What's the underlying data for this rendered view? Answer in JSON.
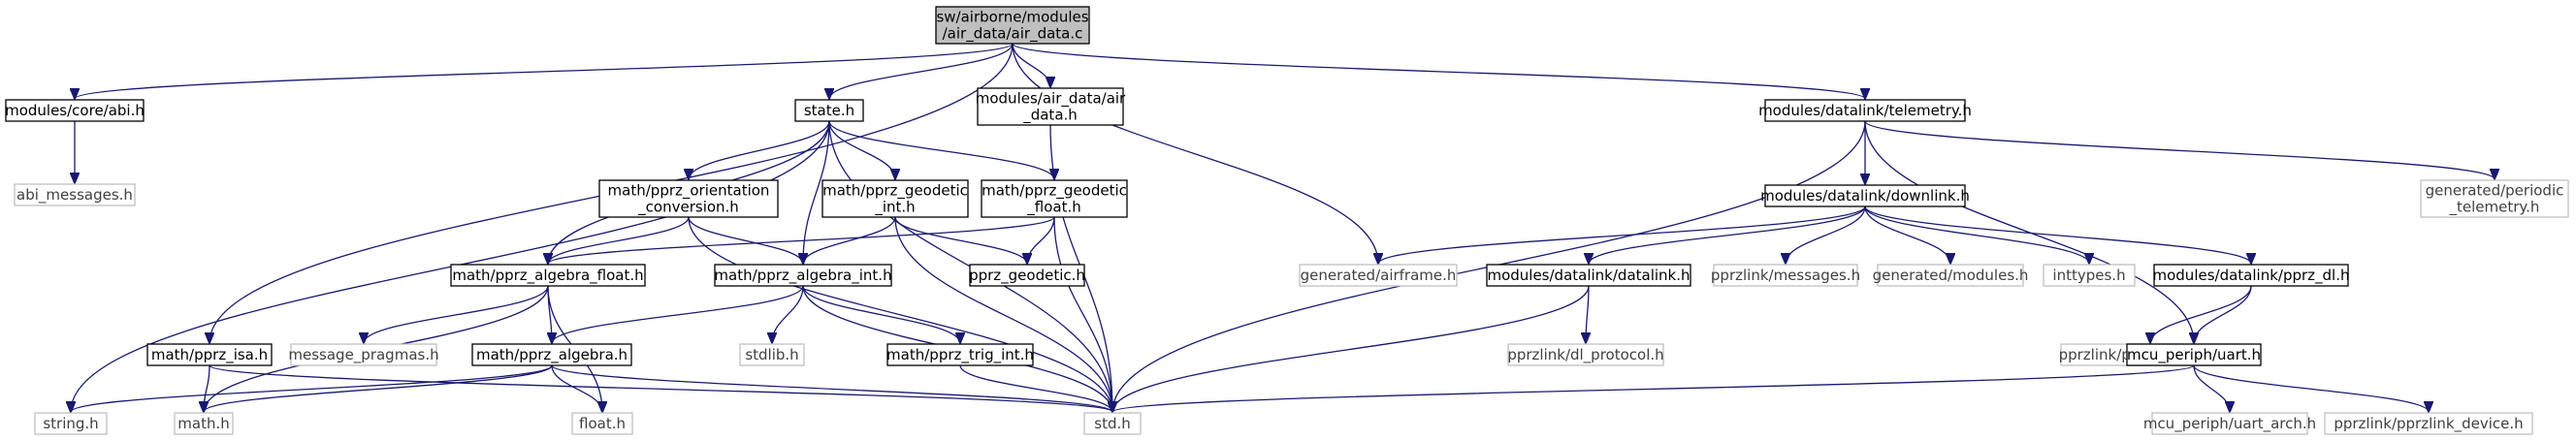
{
  "colors": {
    "edge": "#191970",
    "border_dark": "#000000",
    "border_light": "#bfbfbf",
    "root_fill": "#bfbfbf",
    "text_dark": "#000000",
    "text_light": "#404040"
  },
  "nodes": {
    "root": [
      "sw/airborne/modules",
      "/air_data/air_data.c"
    ],
    "core_abi": [
      "modules/core/abi.h"
    ],
    "abi_messages": [
      "abi_messages.h"
    ],
    "state": [
      "state.h"
    ],
    "air_data_h": [
      "modules/air_data/air",
      "_data.h"
    ],
    "telemetry": [
      "modules/datalink/telemetry.h"
    ],
    "periodic_telemetry": [
      "generated/periodic",
      "_telemetry.h"
    ],
    "orientation_conversion": [
      "math/pprz_orientation",
      "_conversion.h"
    ],
    "geodetic_int": [
      "math/pprz_geodetic",
      "_int.h"
    ],
    "geodetic_float": [
      "math/pprz_geodetic",
      "_float.h"
    ],
    "downlink": [
      "modules/datalink/downlink.h"
    ],
    "algebra_float": [
      "math/pprz_algebra_float.h"
    ],
    "algebra_int": [
      "math/pprz_algebra_int.h"
    ],
    "pprz_geodetic": [
      "pprz_geodetic.h"
    ],
    "airframe": [
      "generated/airframe.h"
    ],
    "datalink": [
      "modules/datalink/datalink.h"
    ],
    "pprzlink_messages": [
      "pprzlink/messages.h"
    ],
    "modules": [
      "generated/modules.h"
    ],
    "inttypes": [
      "inttypes.h"
    ],
    "pprz_dl": [
      "modules/datalink/pprz_dl.h"
    ],
    "isa": [
      "math/pprz_isa.h"
    ],
    "message_pragmas": [
      "message_pragmas.h"
    ],
    "algebra": [
      "math/pprz_algebra.h"
    ],
    "stdlib": [
      "stdlib.h"
    ],
    "trig_int": [
      "math/pprz_trig_int.h"
    ],
    "dl_protocol": [
      "pprzlink/dl_protocol.h"
    ],
    "pprz_transport": [
      "pprzlink/pprz_transport.h"
    ],
    "uart": [
      "mcu_periph/uart.h"
    ],
    "string": [
      "string.h"
    ],
    "math": [
      "math.h"
    ],
    "float": [
      "float.h"
    ],
    "std": [
      "std.h"
    ],
    "uart_arch": [
      "mcu_periph/uart_arch.h"
    ],
    "pprzlink_device": [
      "pprzlink/pprzlink_device.h"
    ]
  },
  "edges": [
    [
      "root",
      "core_abi"
    ],
    [
      "root",
      "state"
    ],
    [
      "root",
      "air_data_h"
    ],
    [
      "root",
      "airframe"
    ],
    [
      "root",
      "telemetry"
    ],
    [
      "root",
      "isa"
    ],
    [
      "core_abi",
      "abi_messages"
    ],
    [
      "state",
      "orientation_conversion"
    ],
    [
      "state",
      "geodetic_int"
    ],
    [
      "state",
      "geodetic_float"
    ],
    [
      "state",
      "algebra_float"
    ],
    [
      "state",
      "algebra_int"
    ],
    [
      "state",
      "string"
    ],
    [
      "state",
      "std"
    ],
    [
      "air_data_h",
      "std"
    ],
    [
      "telemetry",
      "std"
    ],
    [
      "telemetry",
      "downlink"
    ],
    [
      "telemetry",
      "uart"
    ],
    [
      "telemetry",
      "periodic_telemetry"
    ],
    [
      "orientation_conversion",
      "algebra_float"
    ],
    [
      "orientation_conversion",
      "algebra_int"
    ],
    [
      "orientation_conversion",
      "std"
    ],
    [
      "geodetic_int",
      "pprz_geodetic"
    ],
    [
      "geodetic_int",
      "algebra_int"
    ],
    [
      "geodetic_int",
      "std"
    ],
    [
      "geodetic_float",
      "pprz_geodetic"
    ],
    [
      "geodetic_float",
      "algebra_float"
    ],
    [
      "geodetic_float",
      "std"
    ],
    [
      "downlink",
      "airframe"
    ],
    [
      "downlink",
      "datalink"
    ],
    [
      "downlink",
      "pprzlink_messages"
    ],
    [
      "downlink",
      "modules"
    ],
    [
      "downlink",
      "inttypes"
    ],
    [
      "downlink",
      "pprz_dl"
    ],
    [
      "algebra_float",
      "message_pragmas"
    ],
    [
      "algebra_float",
      "algebra"
    ],
    [
      "algebra_float",
      "math"
    ],
    [
      "algebra_float",
      "float"
    ],
    [
      "algebra_int",
      "algebra"
    ],
    [
      "algebra_int",
      "stdlib"
    ],
    [
      "algebra_int",
      "trig_int"
    ],
    [
      "algebra_int",
      "std"
    ],
    [
      "datalink",
      "dl_protocol"
    ],
    [
      "datalink",
      "std"
    ],
    [
      "pprz_dl",
      "pprz_transport"
    ],
    [
      "pprz_dl",
      "uart"
    ],
    [
      "isa",
      "math"
    ],
    [
      "isa",
      "std"
    ],
    [
      "algebra",
      "string"
    ],
    [
      "algebra",
      "math"
    ],
    [
      "algebra",
      "float"
    ],
    [
      "algebra",
      "std"
    ],
    [
      "trig_int",
      "std"
    ],
    [
      "uart",
      "std"
    ],
    [
      "uart",
      "uart_arch"
    ],
    [
      "uart",
      "pprzlink_device"
    ]
  ]
}
